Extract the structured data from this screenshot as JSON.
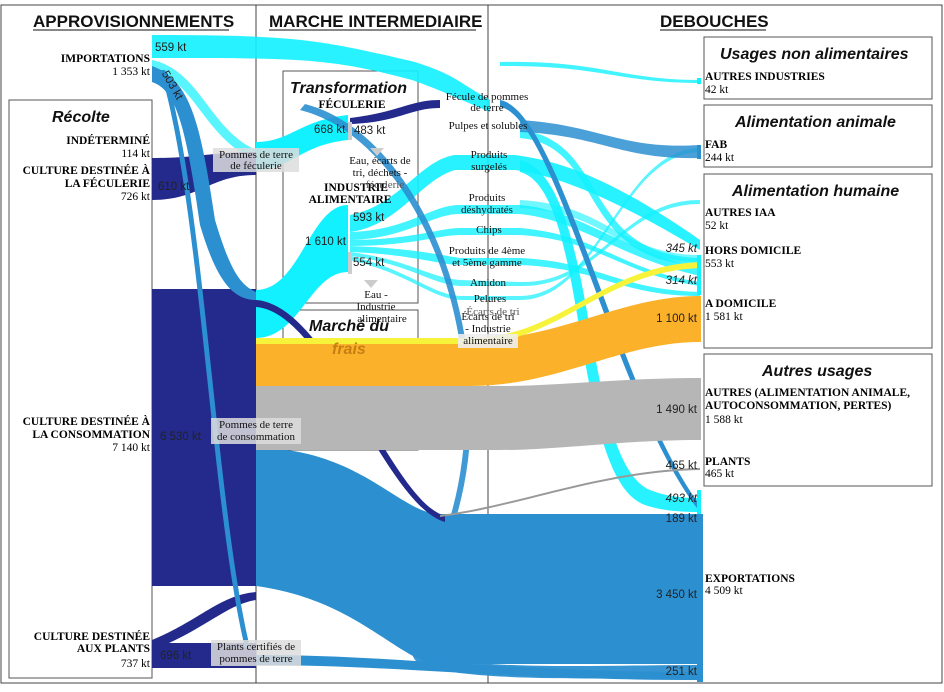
{
  "columns": {
    "supply": "APPROVISIONNEMENTS",
    "middle": "MARCHE INTERMEDIAIRE",
    "outlets": "DEBOUCHES"
  },
  "supply": {
    "importations": {
      "label": "IMPORTATIONS",
      "value": "1 353 kt"
    },
    "recolte_title": "Récolte",
    "indetermine": {
      "label": "INDÉTERMINÉ",
      "value": "114 kt"
    },
    "feculerie": {
      "label_1": "CULTURE DESTINÉE À",
      "label_2": "LA FÉCULERIE",
      "value": "726 kt"
    },
    "consommation": {
      "label_1": "CULTURE DESTINÉE À",
      "label_2": "LA CONSOMMATION",
      "value": "7 140 kt"
    },
    "plants": {
      "label_1": "CULTURE DESTINÉE",
      "label_2": "AUX PLANTS",
      "value": "737 kt"
    }
  },
  "intermediate": {
    "pdt_feculerie": [
      "Pommes de terre",
      "de féculerie"
    ],
    "pdt_consommation": [
      "Pommes de terre",
      "de consommation"
    ],
    "plants_certifies": [
      "Plants certifiés de",
      "pommes de terre"
    ],
    "transformation_title": "Transformation",
    "feculerie_node": "FÉCULERIE",
    "industrie_node": [
      "INDUSTRIE",
      "ALIMENTAIRE"
    ],
    "marche_frais": [
      "Marché du",
      "frais"
    ],
    "waste_feculerie": [
      "Eau, écarts de",
      "tri, déchets -",
      "féculerie"
    ],
    "waste_industrie": [
      "Eau -",
      "Industrie",
      "alimentaire"
    ]
  },
  "products": {
    "fecule": [
      "Fécule de pommes",
      "de terre"
    ],
    "pulpes": "Pulpes et solubles",
    "surgeles": [
      "Produits",
      "surgelés"
    ],
    "deshydrates": [
      "Produits",
      "déshydratés"
    ],
    "chips": "Chips",
    "gamme": [
      "Produits de 4ème",
      "et 5ème gamme"
    ],
    "amidon": "Amidon",
    "pelures": "Pelures",
    "ecarts": [
      "Écarts de tri",
      "- Industrie",
      "alimentaire"
    ],
    "ecarts_hidden": "Écarts de tri"
  },
  "outlets": {
    "non_alim_title": "Usages non alimentaires",
    "autres_industries": {
      "label": "AUTRES INDUSTRIES",
      "value": "42 kt"
    },
    "alim_animale_title": "Alimentation animale",
    "fab": {
      "label": "FAB",
      "value": "244 kt"
    },
    "alim_humaine_title": "Alimentation humaine",
    "autres_iaa": {
      "label": "AUTRES IAA",
      "value": "52 kt"
    },
    "hors_domicile": {
      "label": "HORS DOMICILE",
      "value": "553 kt"
    },
    "a_domicile": {
      "label": "A DOMICILE",
      "value": "1 581 kt"
    },
    "autres_usages_title": "Autres usages",
    "autres": {
      "label_1": "AUTRES (ALIMENTATION ANIMALE,",
      "label_2": "AUTOCONSOMMATION, PERTES)",
      "value": "1 588 kt"
    },
    "plants": {
      "label": "PLANTS",
      "value": "465 kt"
    },
    "exportations": {
      "label": "EXPORTATIONS",
      "value": "4 509 kt"
    }
  },
  "flow_values": {
    "imports_top": "559 kt",
    "imports_side": "503 kt",
    "feculerie_in": "668 kt",
    "feculerie_waste": "483 kt",
    "industrie_in": "1 610 kt",
    "industrie_out": "593 kt",
    "industrie_waste": "554 kt",
    "hors_domicile_in": "345 kt",
    "hors_domicile_in2": "314 kt",
    "domicile_in": "1 100 kt",
    "autres_in": "1 490 kt",
    "plants_in": "465 kt",
    "export_in1": "493 kt",
    "export_in2": "189 kt",
    "export_in3": "3 450 kt",
    "export_in4": "251 kt",
    "plants_side": "696 kt",
    "feculerie_side": "610 kt",
    "consommation_side": "6 530 kt"
  },
  "colors": {
    "cyan": "#11f1ff",
    "mid_blue": "#2b8fd0",
    "navy": "#232a8c",
    "orange": "#fcb12a",
    "grey": "#b6b6b6",
    "yellow": "#f6f33a"
  }
}
